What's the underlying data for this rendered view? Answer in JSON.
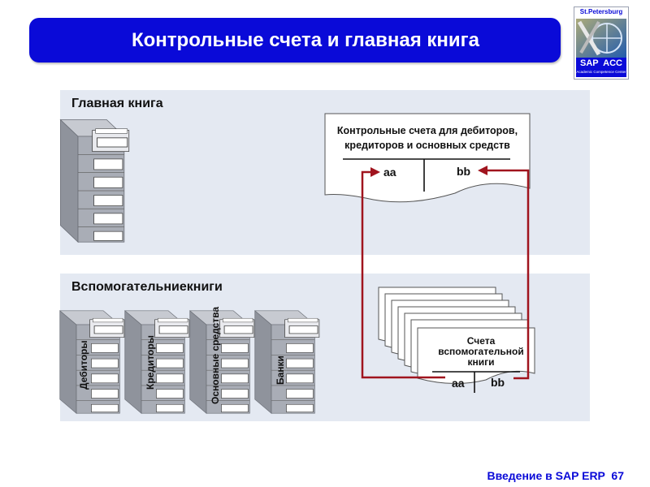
{
  "header": {
    "title": "Контрольные счета и главная книга"
  },
  "logo": {
    "top_text": "St.Petersburg",
    "brand": "SAP  ACC",
    "sub_text": "Academic Competence Center"
  },
  "general_ledger": {
    "label": "Главная книга",
    "control_accounts_text_line1": "Контрольные счета для дебиторов,",
    "control_accounts_text_line2": "кредиторов и основных средств",
    "t_left": "aa",
    "t_right": "bb"
  },
  "subledgers": {
    "label": "Вспомогательниекниги",
    "cabinets": [
      "Дебиторы",
      "Кредиторы",
      "Основные средства",
      "Банки"
    ],
    "accounts_text_line1": "Счета",
    "accounts_text_line2": "вспомогательной",
    "accounts_text_line3": "книги",
    "t_left": "aa",
    "t_right": "bb"
  },
  "footer": {
    "text": "Введение в SAP ERP  67"
  },
  "colors": {
    "title_bar": "#0A0AD8",
    "panel": "#E4E9F2",
    "arrow": "#A0141E",
    "cabinet": "#A9ADB6"
  }
}
